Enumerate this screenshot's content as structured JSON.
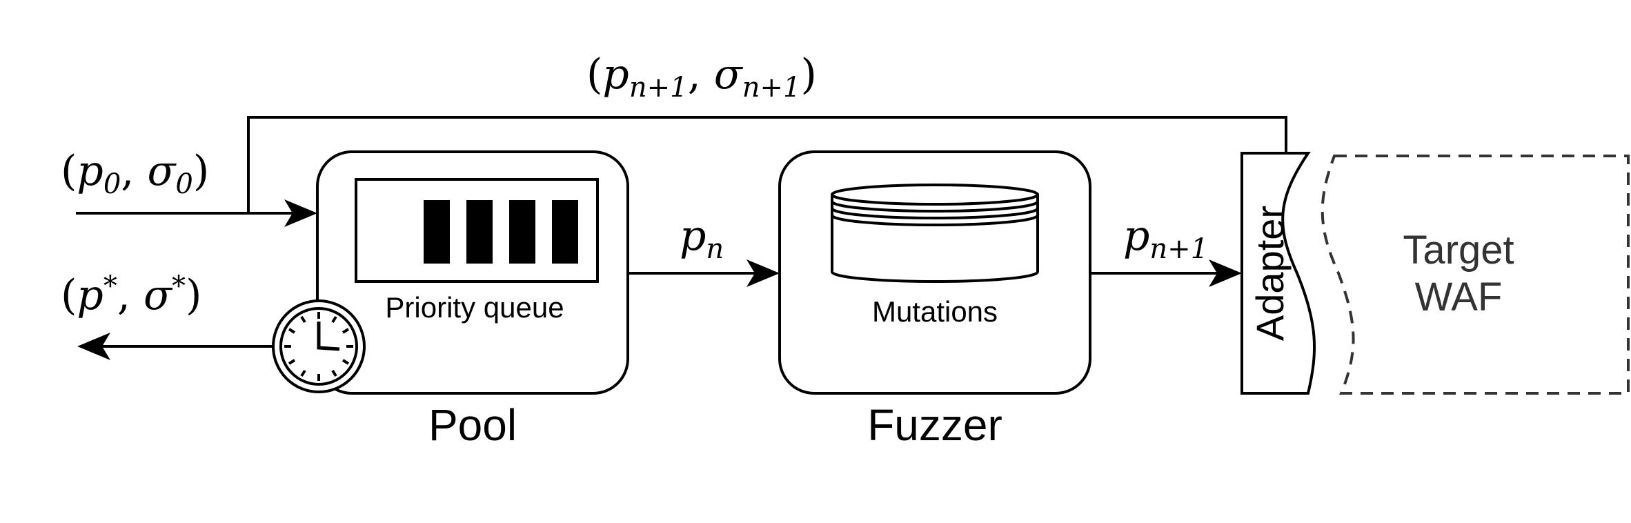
{
  "labels": {
    "feedback_p": "p",
    "feedback_p_sub": "n+1",
    "feedback_sigma": "σ",
    "feedback_sigma_sub": "n+1",
    "input_p": "p",
    "input_p_sub": "0",
    "input_sigma": "σ",
    "input_sigma_sub": "0",
    "output_p": "p",
    "output_p_sup": "*",
    "output_sigma": "σ",
    "output_sigma_sup": "*",
    "pn_p": "p",
    "pn_sub": "n",
    "pn1_p": "p",
    "pn1_sub": "n+1"
  },
  "pool": {
    "title": "Pool",
    "queue_label": "Priority queue"
  },
  "fuzzer": {
    "title": "Fuzzer",
    "mutations_label": "Mutations"
  },
  "adapter": {
    "label": "Adapter"
  },
  "target": {
    "line1": "Target",
    "line2": "WAF"
  }
}
